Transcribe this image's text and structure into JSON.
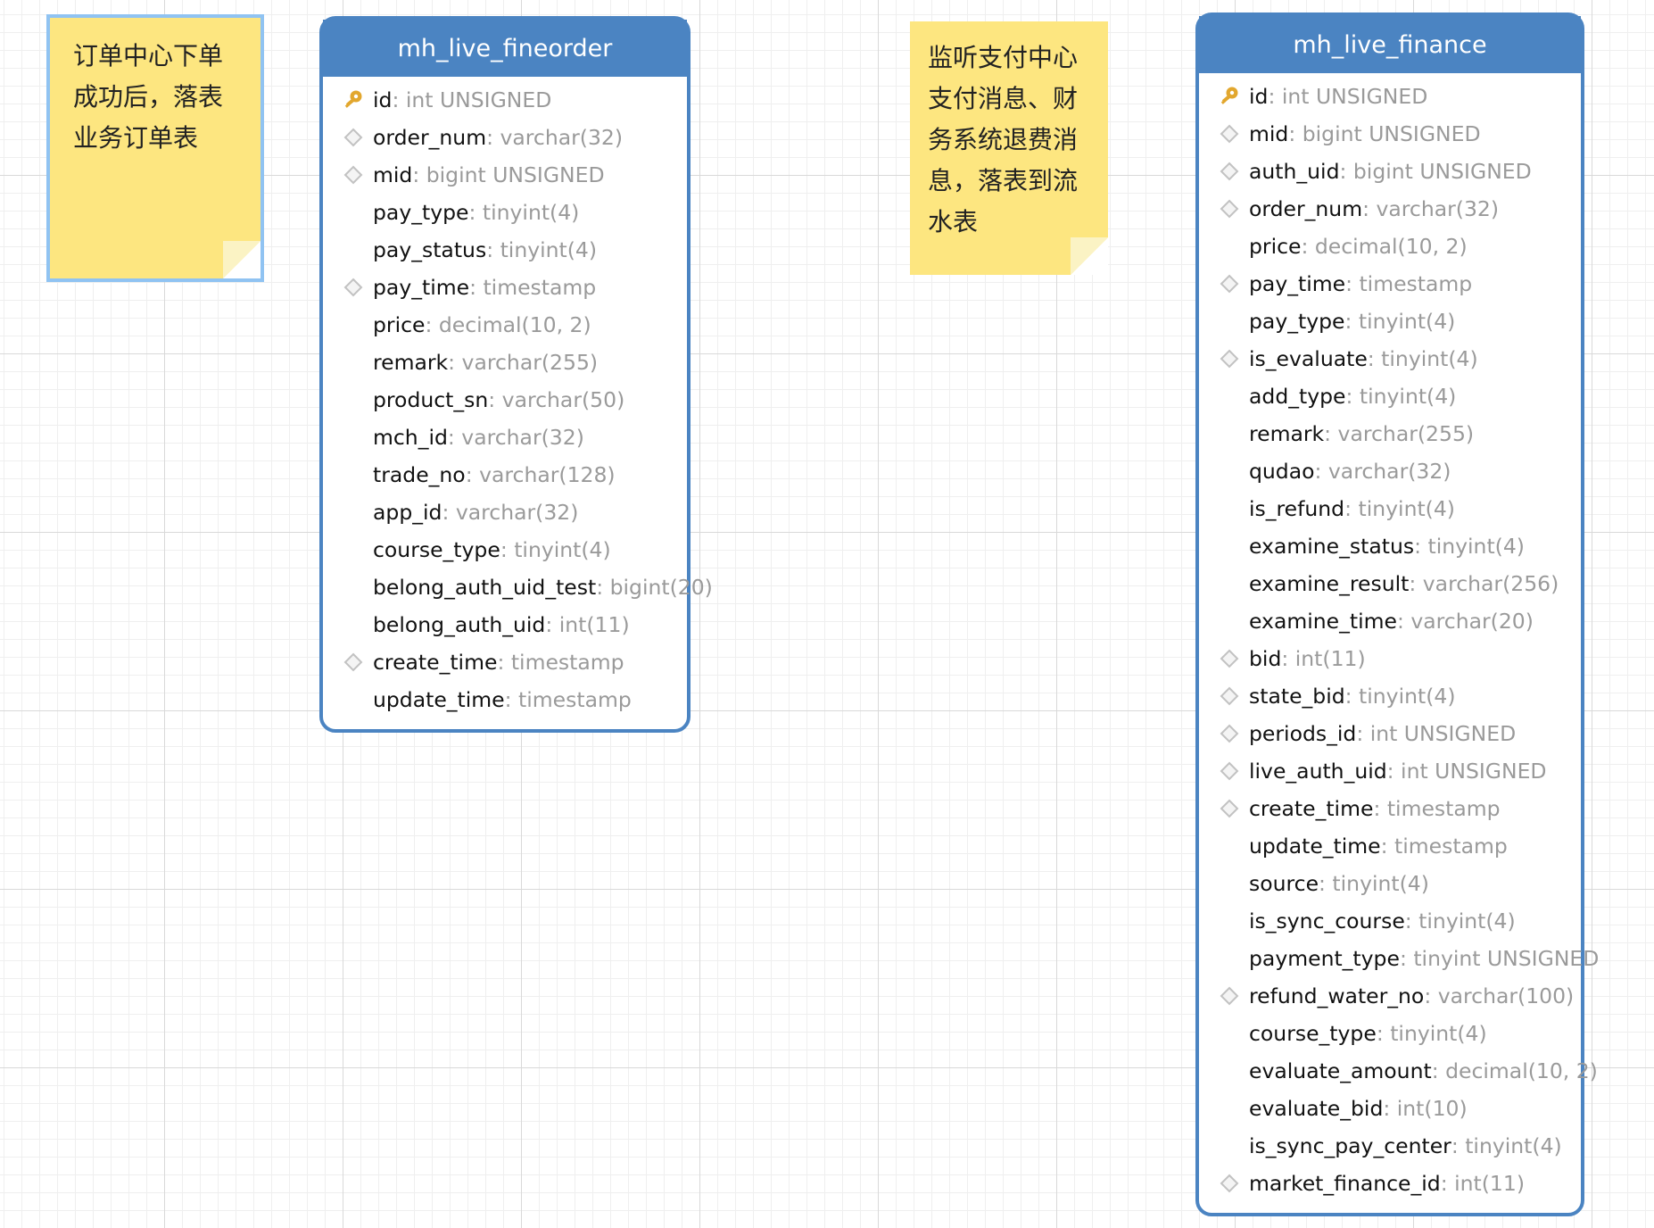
{
  "notes": [
    {
      "id": "note1",
      "text": "订单中心下单成功后，落表业务订单表"
    },
    {
      "id": "note2",
      "text": "监听支付中心支付消息、财务系统退费消息，落表到流水表"
    }
  ],
  "tables": [
    {
      "id": "t1",
      "title": "mh_live_fineorder",
      "fields": [
        {
          "name": "id",
          "type": ": int UNSIGNED",
          "icon": "key-icon"
        },
        {
          "name": "order_num",
          "type": ": varchar(32)",
          "icon": "index-icon"
        },
        {
          "name": "mid",
          "type": ": bigint UNSIGNED",
          "icon": "index-icon"
        },
        {
          "name": "pay_type",
          "type": ": tinyint(4)",
          "icon": ""
        },
        {
          "name": "pay_status",
          "type": ": tinyint(4)",
          "icon": ""
        },
        {
          "name": "pay_time",
          "type": ": timestamp",
          "icon": "index-icon"
        },
        {
          "name": "price",
          "type": ": decimal(10, 2)",
          "icon": ""
        },
        {
          "name": "remark",
          "type": ": varchar(255)",
          "icon": ""
        },
        {
          "name": "product_sn",
          "type": ": varchar(50)",
          "icon": ""
        },
        {
          "name": "mch_id",
          "type": ": varchar(32)",
          "icon": ""
        },
        {
          "name": "trade_no",
          "type": ": varchar(128)",
          "icon": ""
        },
        {
          "name": "app_id",
          "type": ": varchar(32)",
          "icon": ""
        },
        {
          "name": "course_type",
          "type": ": tinyint(4)",
          "icon": ""
        },
        {
          "name": "belong_auth_uid_test",
          "type": ": bigint(20)",
          "icon": ""
        },
        {
          "name": "belong_auth_uid",
          "type": ": int(11)",
          "icon": ""
        },
        {
          "name": "create_time",
          "type": ": timestamp",
          "icon": "index-icon"
        },
        {
          "name": "update_time",
          "type": ": timestamp",
          "icon": ""
        }
      ]
    },
    {
      "id": "t2",
      "title": "mh_live_finance",
      "fields": [
        {
          "name": "id",
          "type": ": int UNSIGNED",
          "icon": "key-icon"
        },
        {
          "name": "mid",
          "type": ": bigint UNSIGNED",
          "icon": "index-icon"
        },
        {
          "name": "auth_uid",
          "type": ": bigint UNSIGNED",
          "icon": "index-icon"
        },
        {
          "name": "order_num",
          "type": ": varchar(32)",
          "icon": "index-icon"
        },
        {
          "name": "price",
          "type": ": decimal(10, 2)",
          "icon": ""
        },
        {
          "name": "pay_time",
          "type": ": timestamp",
          "icon": "index-icon"
        },
        {
          "name": "pay_type",
          "type": ": tinyint(4)",
          "icon": ""
        },
        {
          "name": "is_evaluate",
          "type": ": tinyint(4)",
          "icon": "index-icon"
        },
        {
          "name": "add_type",
          "type": ": tinyint(4)",
          "icon": ""
        },
        {
          "name": "remark",
          "type": ": varchar(255)",
          "icon": ""
        },
        {
          "name": "qudao",
          "type": ": varchar(32)",
          "icon": ""
        },
        {
          "name": "is_refund",
          "type": ": tinyint(4)",
          "icon": ""
        },
        {
          "name": "examine_status",
          "type": ": tinyint(4)",
          "icon": ""
        },
        {
          "name": "examine_result",
          "type": ": varchar(256)",
          "icon": ""
        },
        {
          "name": "examine_time",
          "type": ": varchar(20)",
          "icon": ""
        },
        {
          "name": "bid",
          "type": ": int(11)",
          "icon": "index-icon"
        },
        {
          "name": "state_bid",
          "type": ": tinyint(4)",
          "icon": "index-icon"
        },
        {
          "name": "periods_id",
          "type": ": int UNSIGNED",
          "icon": "index-icon"
        },
        {
          "name": "live_auth_uid",
          "type": ": int UNSIGNED",
          "icon": "index-icon"
        },
        {
          "name": "create_time",
          "type": ": timestamp",
          "icon": "index-icon"
        },
        {
          "name": "update_time",
          "type": ": timestamp",
          "icon": ""
        },
        {
          "name": "source",
          "type": ": tinyint(4)",
          "icon": ""
        },
        {
          "name": "is_sync_course",
          "type": ": tinyint(4)",
          "icon": ""
        },
        {
          "name": "payment_type",
          "type": ": tinyint UNSIGNED",
          "icon": ""
        },
        {
          "name": "refund_water_no",
          "type": ": varchar(100)",
          "icon": "index-icon"
        },
        {
          "name": "course_type",
          "type": ": tinyint(4)",
          "icon": ""
        },
        {
          "name": "evaluate_amount",
          "type": ": decimal(10, 2)",
          "icon": ""
        },
        {
          "name": "evaluate_bid",
          "type": ": int(10)",
          "icon": ""
        },
        {
          "name": "is_sync_pay_center",
          "type": ": tinyint(4)",
          "icon": ""
        },
        {
          "name": "market_finance_id",
          "type": ": int(11)",
          "icon": "index-icon"
        }
      ]
    }
  ],
  "colors": {
    "header": "#4b84c2",
    "note": "#fde680",
    "field_type": "#9a9a9a",
    "key_icon": "#e2a72e",
    "index_icon": "#c2c2c2"
  }
}
